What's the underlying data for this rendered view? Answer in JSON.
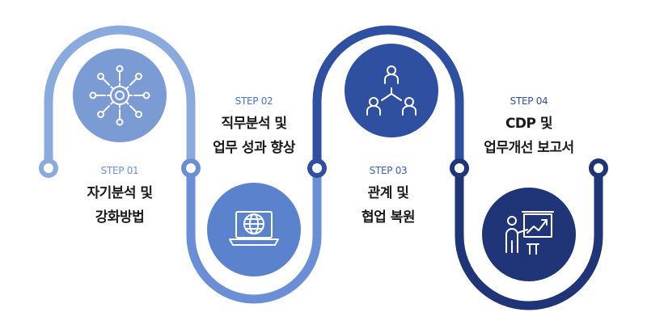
{
  "steps": [
    {
      "label": "STEP 01",
      "title_line1": "자기분석 및",
      "title_line2": "강화방법",
      "icon": "gear-network-icon",
      "color": "#7a9bd4"
    },
    {
      "label": "STEP 02",
      "title_line1": "직무분석 및",
      "title_line2": "업무 성과 향상",
      "icon": "laptop-globe-icon",
      "color": "#5b82cc"
    },
    {
      "label": "STEP 03",
      "title_line1": "관계 및",
      "title_line2": "협업 복원",
      "icon": "team-structure-icon",
      "color": "#2f4fa0"
    },
    {
      "label": "STEP 04",
      "title_line1": "CDP 및",
      "title_line2": "업무개선 보고서",
      "icon": "presentation-growth-icon",
      "color": "#1f3577"
    }
  ],
  "colors": {
    "track_light": "#8aaade",
    "track_mid": "#5b82cc",
    "track_dark": "#2f4fa0",
    "track_darkest": "#1f3577",
    "label_blue": "#3f69c4"
  }
}
